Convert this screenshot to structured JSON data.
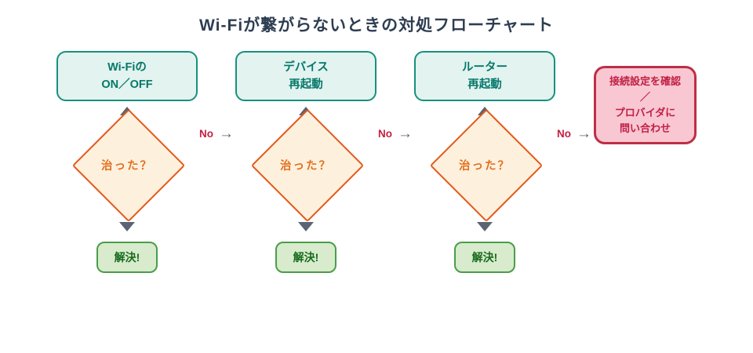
{
  "title": "Wi-Fiが繋がらないときの対処フローチャート",
  "columns": [
    {
      "action": {
        "line1": "Wi-Fiの",
        "line2": "ON／OFF"
      },
      "decision": "治った？",
      "result": "解決!"
    },
    {
      "action": {
        "line1": "デバイス",
        "line2": "再起動"
      },
      "decision": "治った？",
      "result": "解決!"
    },
    {
      "action": {
        "line1": "ルーター",
        "line2": "再起動"
      },
      "decision": "治った？",
      "result": "解決!"
    }
  ],
  "no_connector": {
    "label": "No",
    "arrow": "→"
  },
  "fallback": {
    "line1": "接続設定を確認",
    "line2": "／",
    "line3": "プロバイダに",
    "line4": "問い合わせ"
  },
  "colors": {
    "title_text": "#2e3e52",
    "action_border": "#17907f",
    "action_fill": "#e2f3f0",
    "action_text": "#047868",
    "decision_border": "#e2591a",
    "decision_fill": "#fdf1de",
    "decision_text": "#e3701f",
    "result_border": "#4a9d4a",
    "result_fill": "#d8ebcc",
    "result_text": "#176a1d",
    "fallback_border": "#bd2f45",
    "fallback_fill": "#f9c7d2",
    "fallback_text": "#c01f45",
    "no_text": "#c41f42",
    "arrow": "#5b6472"
  }
}
